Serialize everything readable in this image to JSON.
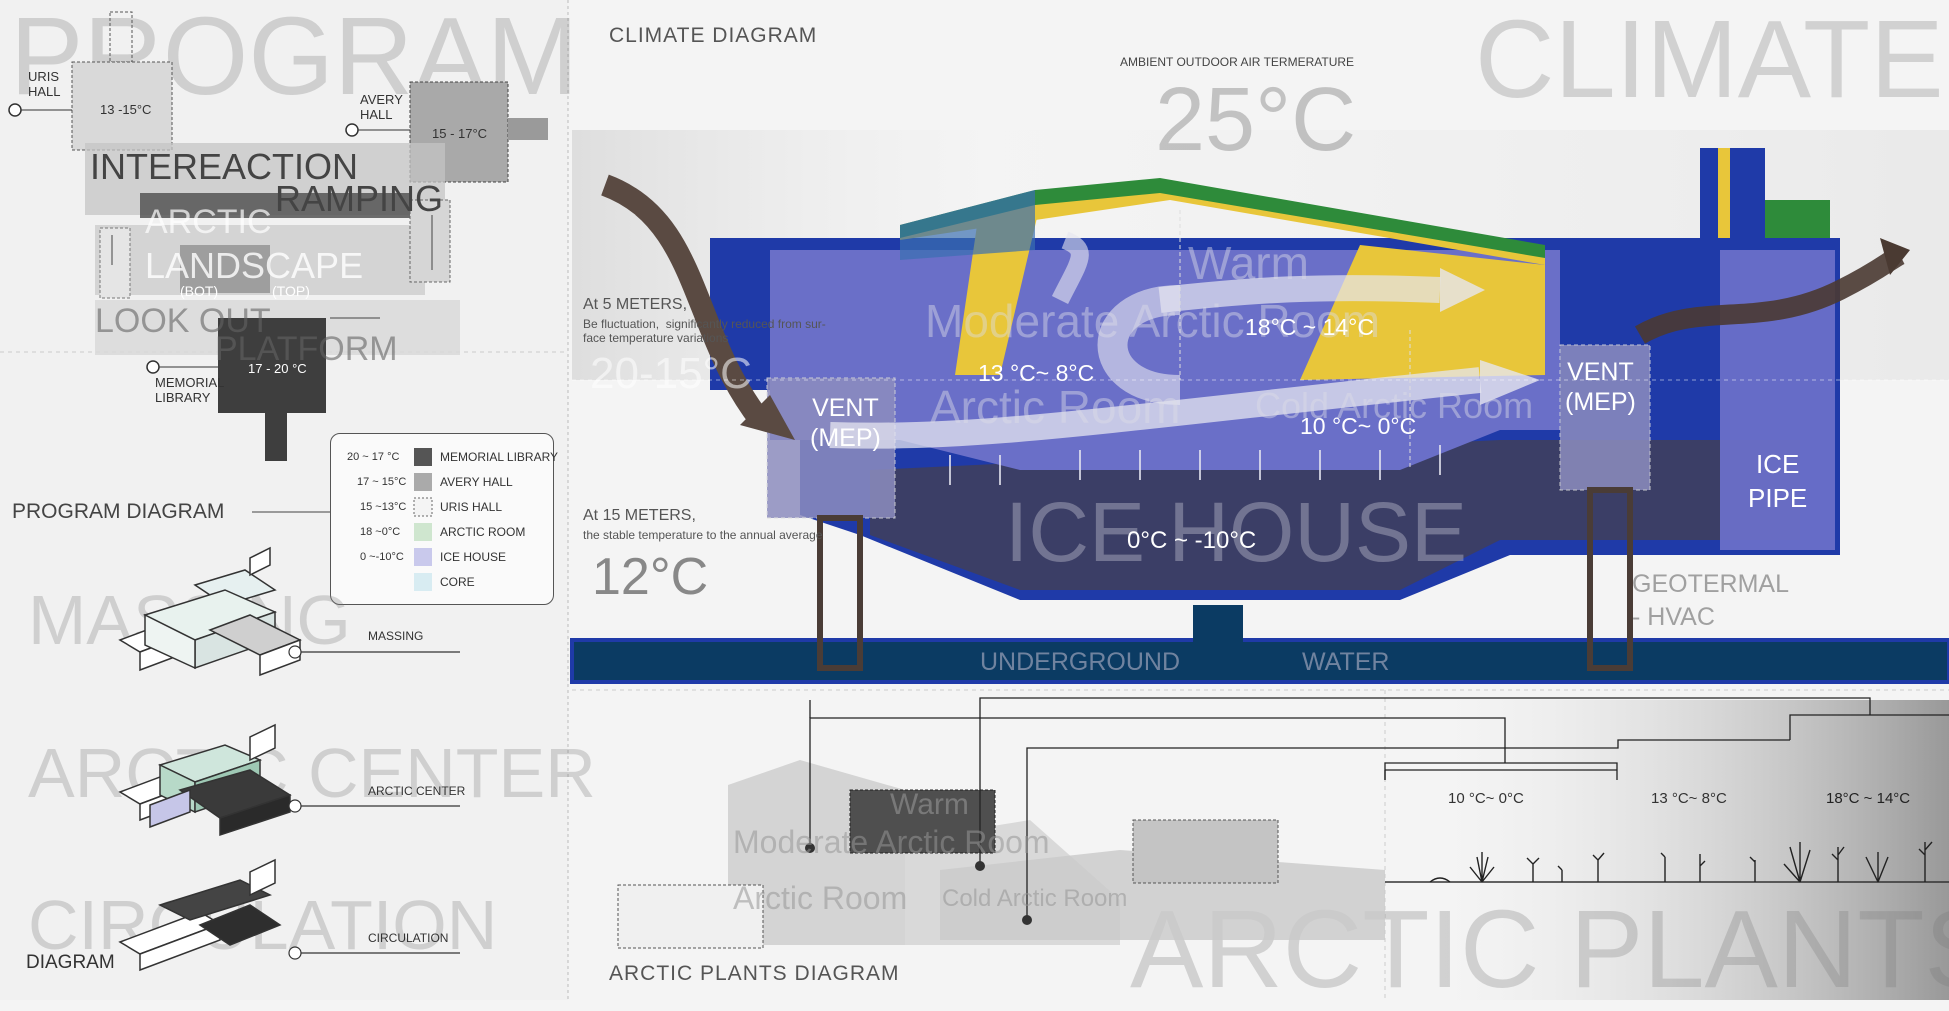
{
  "colors": {
    "blue": "#1f3aa8",
    "navy": "#142a78",
    "water": "#0b3b63",
    "yellow": "#e8c63a",
    "green": "#2e8b3a",
    "purple": "#6a6fc8",
    "arrow": "#5a4a42",
    "vent": "#8d8dbf"
  },
  "program": {
    "ghost_title": "PROGRAM",
    "section_title": "PROGRAM  DIAGRAM",
    "uris": {
      "name": "URIS\nHALL",
      "temp": "13 -15°C"
    },
    "avery": {
      "name": "AVERY\nHALL",
      "temp": "15 - 17°C"
    },
    "memorial": {
      "name": "MEMORIAL\nLIBRARY",
      "temp": "17 - 20 °C"
    },
    "interaction": "INTEREACTION",
    "ramping": "RAMPING",
    "arctic": "ARCTIC",
    "landscape": "LANDSCAPE",
    "bot": "(BOT)",
    "top": "(TOP)",
    "lookout": "LOOK OUT",
    "platform": "PLATFORM"
  },
  "legend": [
    {
      "range": "20 ~ 17 °C",
      "name": "MEMORIAL LIBRARY"
    },
    {
      "range": "17 ~ 15°C",
      "name": "AVERY HALL"
    },
    {
      "range": "15 ~13°C",
      "name": "URIS HALL"
    },
    {
      "range": "18 ~0°C",
      "name": "ARCTIC  ROOM"
    },
    {
      "range": "0 ~-10°C",
      "name": "ICE HOUSE"
    },
    {
      "range": "",
      "name": "CORE"
    }
  ],
  "massing": {
    "ghost1": "MASSING",
    "ghost2": "ARCTIC CENTER",
    "ghost3": "CIRCULATION",
    "label1": "MASSING",
    "label2": "ARCTIC CENTER",
    "label3": "CIRCULATION",
    "diagram": "DIAGRAM"
  },
  "climate": {
    "section_title": "CLIMATE  DIAGRAM",
    "ghost_title": "CLIMATE",
    "ambient_label": "AMBIENT OUTDOOR AIR TERMERATURE",
    "ambient_temp": "25°C",
    "m5_label": "At 5 METERS,",
    "m5_desc": "Be fluctuation,  significantly reduced from sur-\nface temperature variations",
    "m5_temp": "20-15°C",
    "m15_label": "At 15 METERS,",
    "m15_desc": "the stable temperature to the annual average",
    "m15_temp": "12°C",
    "warm": "Warm",
    "moderate": "Moderate   Arctic Room",
    "arctic_room": "Arctic Room",
    "cold_arctic": "Cold Arctic Room",
    "t_warm": "18°C ~ 14°C",
    "t_moderate": "13 °C~ 8°C",
    "t_cold": "10 °C~ 0°C",
    "t_ice": "0°C ~ -10°C",
    "vent_left": "VENT\n(MEP)",
    "vent_right": "VENT\n(MEP)",
    "ice_house": "ICE HOUSE",
    "ice_pipe": "ICE\nPIPE",
    "geothermal": "GEOTERMAL\n- HVAC",
    "underground": "UNDERGROUND",
    "water": "WATER"
  },
  "plants": {
    "section_title": "ARCTIC PLANTS  DIAGRAM",
    "ghost_title": "ARCTIC PLANTS",
    "warm": "Warm",
    "moderate": "Moderate   Arctic Room",
    "arctic_room": "Arctic Room",
    "cold_arctic": "Cold Arctic Room",
    "z1": "10 °C~ 0°C",
    "z2": "13 °C~ 8°C",
    "z3": "18°C ~ 14°C"
  }
}
